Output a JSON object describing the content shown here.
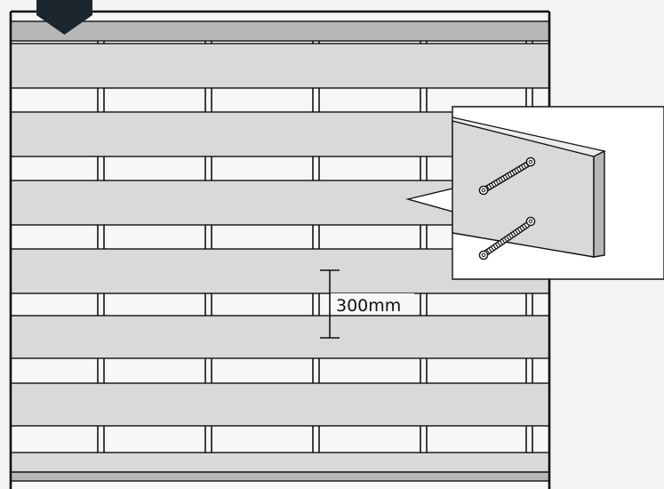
{
  "diagram": {
    "dimension_label": "300mm",
    "colors": {
      "background": "#f5f4f2",
      "board": "#d9d9d9",
      "capping": "#b7b7b7",
      "post_gap": "#f7f7f7",
      "outline": "#111111",
      "detail_panel": "#ffffff",
      "arrow": "#1c262e"
    },
    "icons": [
      "down-arrow-icon",
      "screw-icon"
    ],
    "counts": {
      "horizontal_boards": 6,
      "vertical_posts": 5,
      "screws_in_detail": 2
    }
  }
}
